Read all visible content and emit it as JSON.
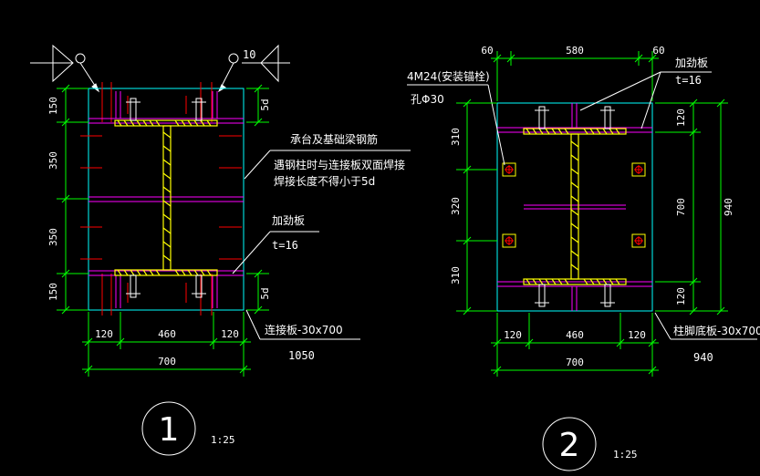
{
  "colors": {
    "background": "#000000",
    "dimension": "#00ff00",
    "outline": "#00ffff",
    "steel": "#ffff00",
    "stiffener": "#ff00ff",
    "rebar": "#ff0000",
    "text": "#ffffff"
  },
  "detail1": {
    "weld_size": "10",
    "left_dims": [
      "150",
      "350",
      "350",
      "150"
    ],
    "right_dims": [
      "5d",
      "5d"
    ],
    "bottom_dims": [
      "120",
      "460",
      "120"
    ],
    "total_width": "700",
    "note_line1": "承台及基础梁钢筋",
    "note_line2": "遇钢柱时与连接板双面焊接",
    "note_line3": "焊接长度不得小于5d",
    "stiffener_label": "加劲板",
    "stiffener_thk": "t=16",
    "plate_label": "连接板-30x700",
    "plate_length": "1050",
    "callout_number": "1",
    "scale": "1:25"
  },
  "detail2": {
    "top_dims": [
      "60",
      "580",
      "60"
    ],
    "bolt_label": "4M24(安装锚栓)",
    "hole_label": "孔Φ30",
    "stiffener_label": "加劲板",
    "stiffener_thk": "t=16",
    "left_dims": [
      "310",
      "320",
      "310"
    ],
    "right_dims_inner": [
      "120",
      "700",
      "120"
    ],
    "right_dim_total": "940",
    "bottom_dims": [
      "120",
      "460",
      "120"
    ],
    "total_width": "700",
    "plate_label": "柱脚底板-30x700",
    "plate_length": "940",
    "callout_number": "2",
    "scale": "1:25"
  }
}
